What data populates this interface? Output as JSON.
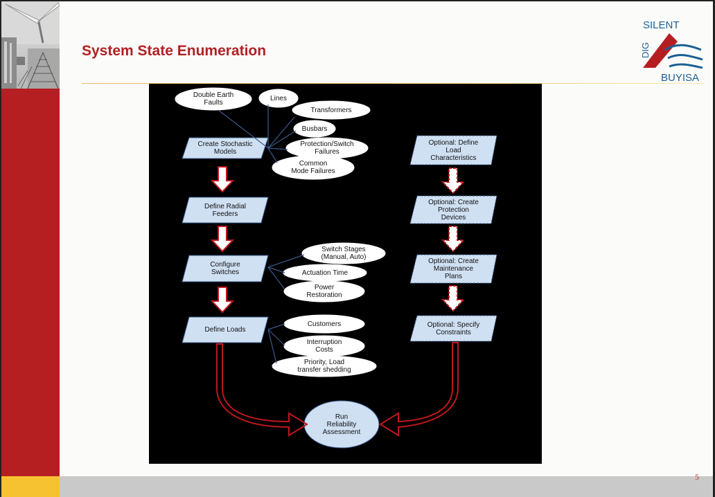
{
  "slide": {
    "title": "System State Enumeration",
    "page_number": "5"
  },
  "logo": {
    "top_text": "SILENT",
    "side_text": "DIG",
    "bottom_text": "BUYISA",
    "colors": {
      "red": "#b51f22",
      "blue": "#1b5f95"
    }
  },
  "colors": {
    "accent_red": "#b51f22",
    "accent_yellow": "#f6c232",
    "band_gray": "#c9c9c9",
    "box_fill": "#cfe0f3",
    "arrow_outline": "#c0171c"
  },
  "diagram": {
    "left_column": {
      "create_models": "Create Stochastic\nModels",
      "define_feeders": "Define Radial\nFeeders",
      "configure_switches": "Configure\nSwitches",
      "define_loads": "Define Loads"
    },
    "model_types": {
      "double_earth": "Double Earth\nFaults",
      "lines": "Lines",
      "transformers": "Transformers",
      "busbars": "Busbars",
      "protection": "Protection/Switch\nFailures",
      "common_mode": "Common\nMode Failures"
    },
    "switch_options": {
      "stages": "Switch Stages\n(Manual, Auto)",
      "actuation": "Actuation Time",
      "restoration": "Power\nRestoration"
    },
    "load_options": {
      "customers": "Customers",
      "interruption": "Interruption\nCosts",
      "priority": "Priority, Load\ntransfer shedding"
    },
    "right_column": {
      "load_chars": "Optional: Define\nLoad\nCharacteristics",
      "protection_devices": "Optional: Create\nProtection\nDevices",
      "maintenance": "Optional: Create\nMaintenance\nPlans",
      "constraints": "Optional: Specify\nConstraints"
    },
    "final": "Run\nReliability\nAssessment"
  }
}
